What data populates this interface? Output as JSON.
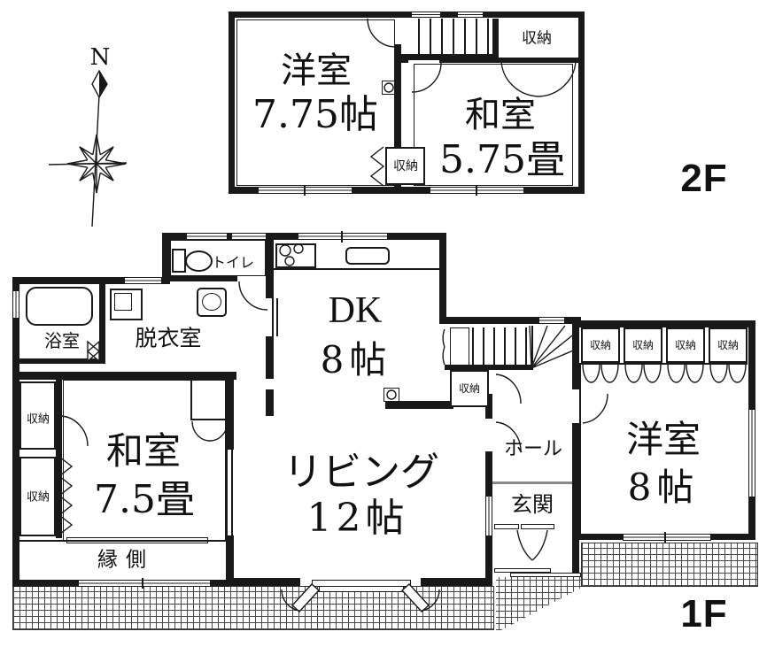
{
  "compass": {
    "north_label": "N"
  },
  "floor2": {
    "floor_tag": "2F",
    "western_room": {
      "name": "洋室",
      "size": "7.75帖"
    },
    "japanese_room": {
      "name": "和室",
      "size": "5.75畳"
    },
    "closet_label": "収納"
  },
  "floor1": {
    "floor_tag": "1F",
    "toilet": "トイレ",
    "bath": "浴室",
    "dressing_room": "脱衣室",
    "dining_kitchen": {
      "name": "DK",
      "size": "8帖"
    },
    "living": {
      "name": "リビング",
      "size": "12帖"
    },
    "japanese_room": {
      "name": "和室",
      "size": "7.5畳"
    },
    "veranda": "縁側",
    "hall": "ホール",
    "entrance": "玄関",
    "western_room": {
      "name": "洋室",
      "size": "8帖"
    },
    "closet_label": "収納"
  }
}
